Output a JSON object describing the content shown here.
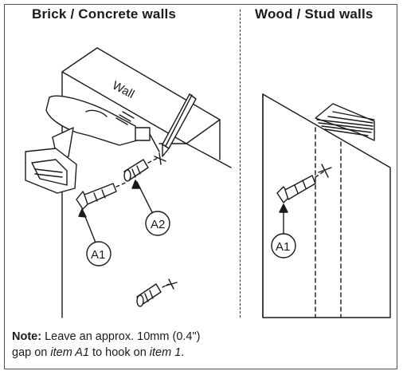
{
  "headings": {
    "left": "Brick / Concrete walls",
    "right": "Wood / Stud walls"
  },
  "labels": {
    "wall": "Wall",
    "callout_a1_left": "A1",
    "callout_a2": "A2",
    "callout_a1_right": "A1"
  },
  "note": {
    "prefix": "Note:",
    "part1": " Leave an approx. 10mm (0.4\")",
    "part2": "gap on ",
    "item_a": "item A1",
    "part3": " to hook on ",
    "item_b": "item 1",
    "end": "."
  },
  "colors": {
    "stroke": "#1a1a1a",
    "border": "#555555"
  }
}
